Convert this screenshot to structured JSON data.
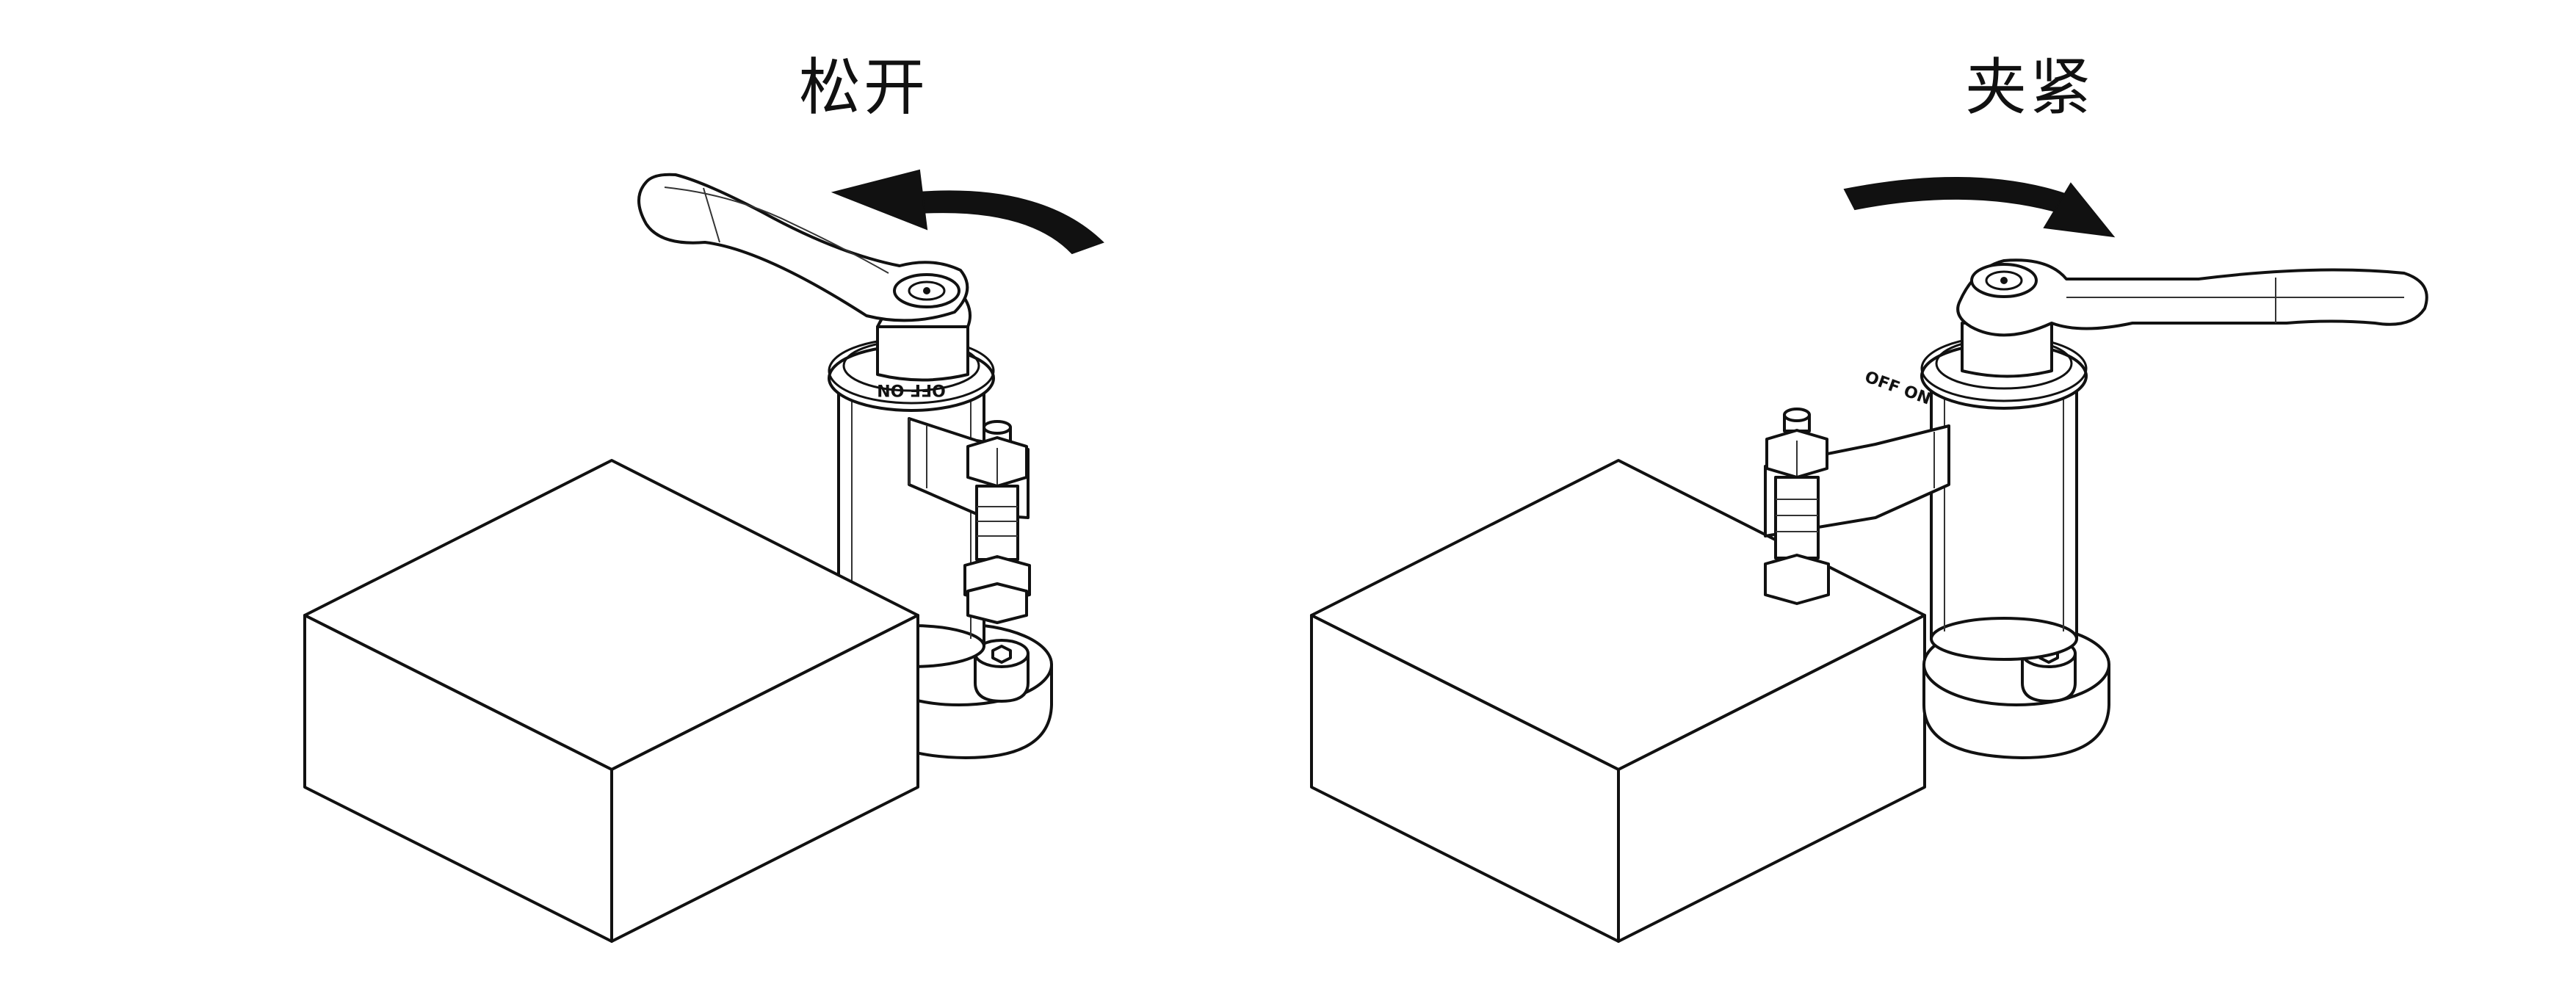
{
  "panels": [
    {
      "title": "松开",
      "ring_label": "OFF ON"
    },
    {
      "title": "夹紧",
      "ring_label": "OFF ON"
    }
  ],
  "icons": {
    "open_arrow": "curved-arrow-left-icon",
    "close_arrow": "curved-arrow-right-icon"
  },
  "colors": {
    "line": "#111111",
    "background": "#ffffff"
  }
}
